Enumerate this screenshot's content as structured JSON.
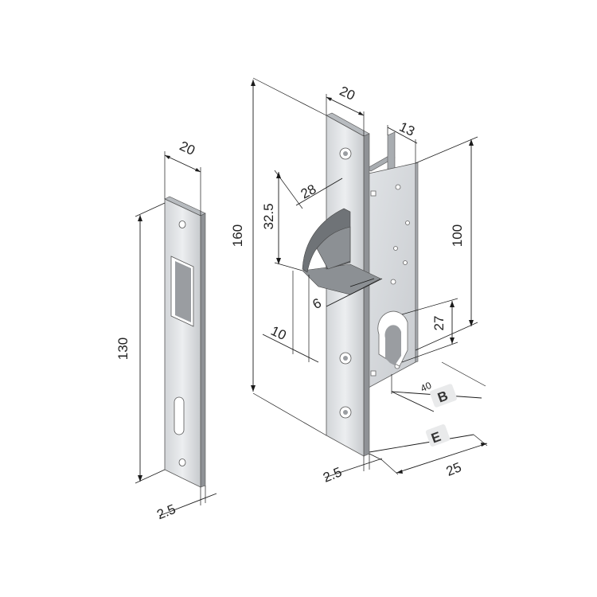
{
  "diagram": {
    "strike_plate": {
      "width_label": "20",
      "height_label": "130",
      "thickness_label": "2.5"
    },
    "lock_body": {
      "faceplate_width_label": "20",
      "overall_height_label": "160",
      "case_depth_label": "13",
      "bolt_height_label": "32.5",
      "bolt_throw_label": "28",
      "bolt_offset_label": "6",
      "bolt_depth_label": "10",
      "case_height_label": "100",
      "cylinder_offset_label": "27",
      "backset_value_label": "40",
      "backset_letter_label": "B",
      "e_label": "E",
      "faceplate_thickness_label": "2.5",
      "case_width_label": "25"
    }
  },
  "colors": {
    "steel_light": "#e6e8ea",
    "steel_mid": "#c4c8cc",
    "steel_dark": "#8f9296",
    "line": "#1a1a1a"
  }
}
